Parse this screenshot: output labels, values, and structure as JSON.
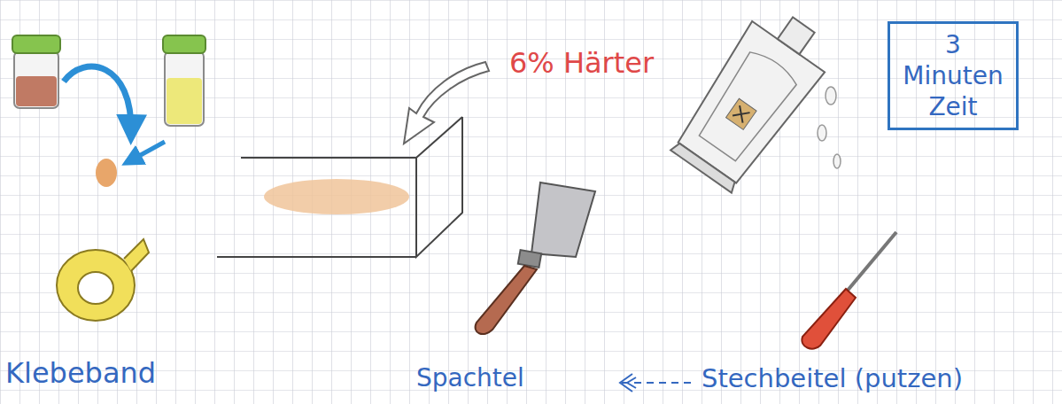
{
  "diagram": {
    "nodes": [
      {
        "text": [
          "3 Minuten Zeit"
        ]
      }
    ],
    "labels": [
      "6% Härter",
      "Klebeband",
      "Spachtel",
      "Stechbeitel (putzen)"
    ]
  }
}
